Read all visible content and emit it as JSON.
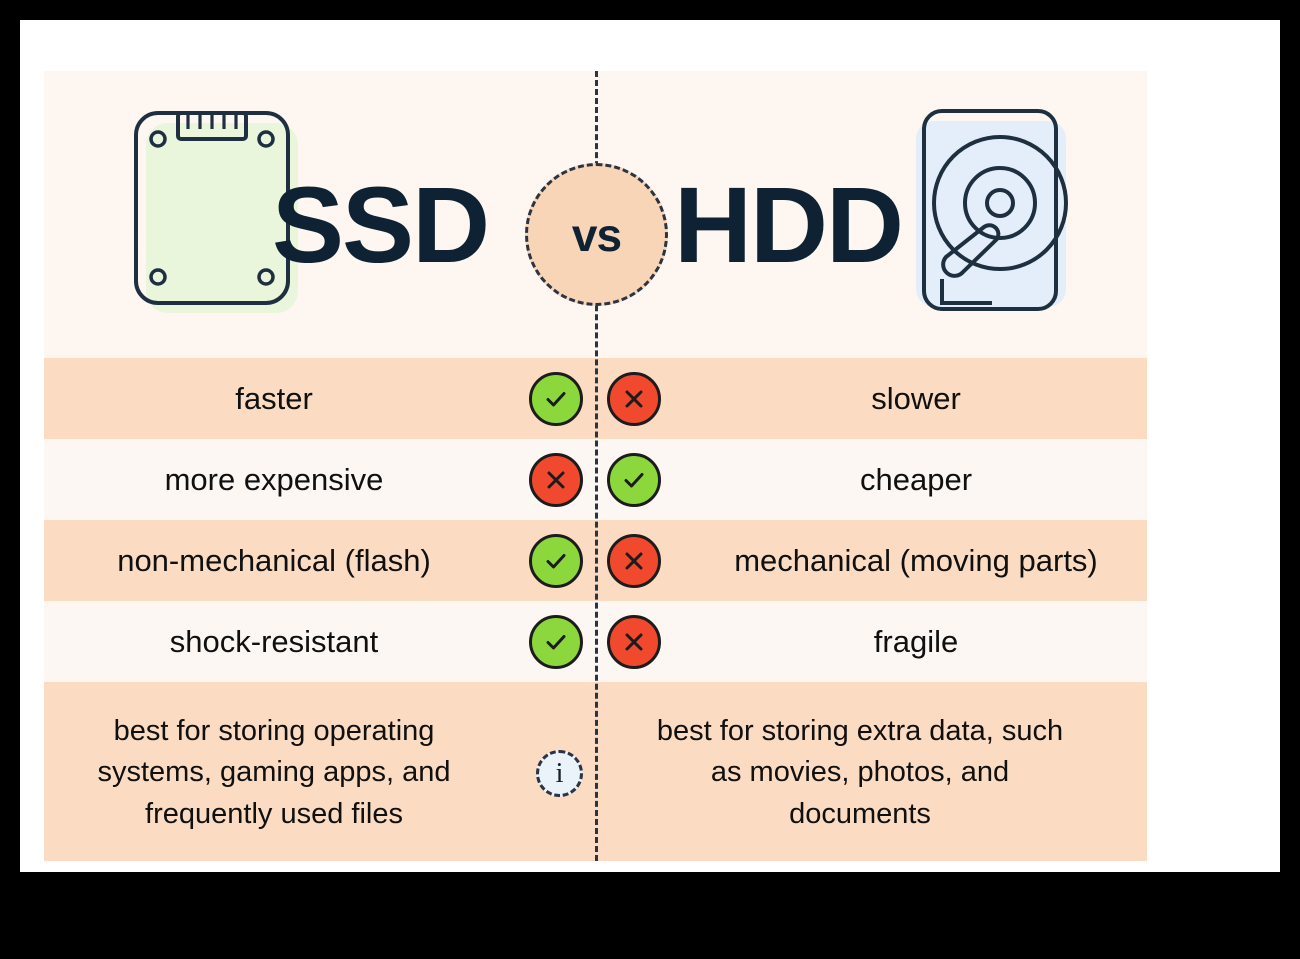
{
  "header": {
    "left_title": "SSD",
    "right_title": "HDD",
    "vs_label": "vs",
    "left_icon": "ssd-drive-icon",
    "right_icon": "hdd-drive-icon"
  },
  "colors": {
    "page_background": "#000000",
    "sheet": "#ffffff",
    "card_background": "#FDF6F1",
    "row_odd": "#FBDCC2",
    "row_even": "#FDF7F3",
    "title_text": "#0F2233",
    "body_text": "#101010",
    "check_green": "#8CD83C",
    "cross_red": "#F0492D",
    "badge_outline": "#1c1c1c",
    "vs_circle": "#F9D5B8",
    "info_circle": "#EAF2FA",
    "divider": "#2b3440",
    "ssd_icon_fill": "#E9F6DC",
    "hdd_icon_fill": "#E4EEFA"
  },
  "rows": [
    {
      "left_label": "faster",
      "left_mark": "check",
      "right_mark": "cross",
      "right_label": "slower"
    },
    {
      "left_label": "more expensive",
      "left_mark": "cross",
      "right_mark": "check",
      "right_label": "cheaper"
    },
    {
      "left_label": "non-mechanical (flash)",
      "left_mark": "check",
      "right_mark": "cross",
      "right_label": "mechanical (moving parts)"
    },
    {
      "left_label": "shock-resistant",
      "left_mark": "check",
      "right_mark": "cross",
      "right_label": "fragile"
    }
  ],
  "summary_row": {
    "left_text": "best for storing operating systems, gaming apps, and frequently used files",
    "right_text": "best for storing extra data, such as movies, photos, and documents",
    "info_glyph": "i",
    "info_icon": "info-icon"
  }
}
